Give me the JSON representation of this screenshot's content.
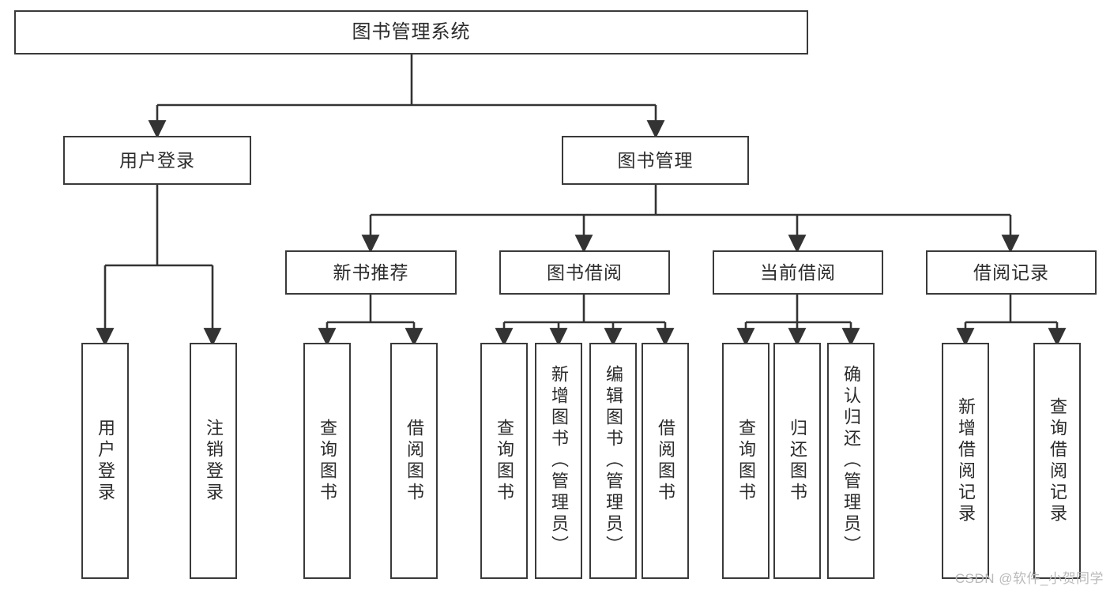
{
  "diagram": {
    "title": "图书管理系统",
    "type": "tree-hierarchy-chart",
    "watermark": "CSDN @软件_小贺同学",
    "colors": {
      "box_border": "#3a3a3a",
      "box_fill": "#ffffff",
      "text": "#2b2b2b",
      "edge": "#333333",
      "watermark": "#b9b9b9",
      "background": "#ffffff"
    },
    "nodes": {
      "root": {
        "label": "图书管理系统"
      },
      "level1": [
        {
          "label": "用户登录"
        },
        {
          "label": "图书管理"
        }
      ],
      "level2": [
        {
          "label": "新书推荐"
        },
        {
          "label": "图书借阅"
        },
        {
          "label": "当前借阅"
        },
        {
          "label": "借阅记录"
        }
      ],
      "leaves": {
        "user_login": [
          {
            "label": "用户登录"
          },
          {
            "label": "注销登录"
          }
        ],
        "new_book_recommend": [
          {
            "label": "查询图书"
          },
          {
            "label": "借阅图书"
          }
        ],
        "book_borrow": [
          {
            "label": "查询图书"
          },
          {
            "label": "新增图书（管理员）"
          },
          {
            "label": "编辑图书（管理员）"
          },
          {
            "label": "借阅图书"
          }
        ],
        "current_borrow": [
          {
            "label": "查询图书"
          },
          {
            "label": "归还图书"
          },
          {
            "label": "确认归还（管理员）"
          }
        ],
        "borrow_record": [
          {
            "label": "新增借阅记录"
          },
          {
            "label": "查询借阅记录"
          }
        ]
      }
    }
  }
}
